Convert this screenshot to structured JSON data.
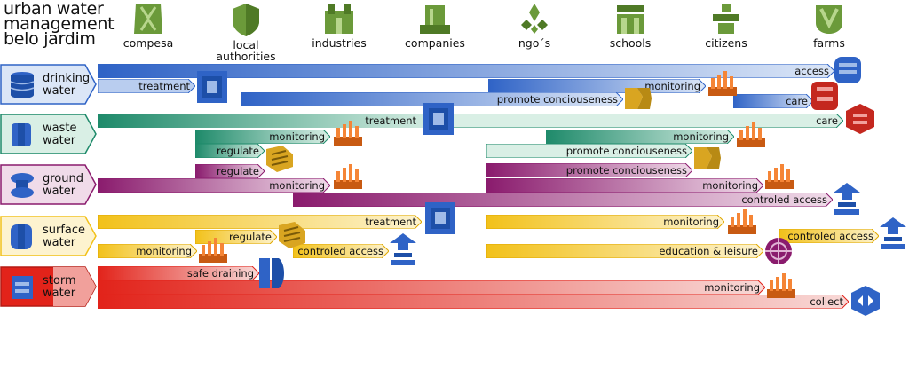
{
  "title": {
    "line1": "urban water",
    "line2": "management",
    "line3": "belo jardim"
  },
  "actors": [
    {
      "label": "compesa",
      "icon": "compesa-icon"
    },
    {
      "label": "local",
      "label2": "authorities",
      "icon": "local-authorities-icon"
    },
    {
      "label": "industries",
      "icon": "industries-icon"
    },
    {
      "label": "companies",
      "icon": "companies-icon"
    },
    {
      "label": "ngo´s",
      "icon": "ngo-icon"
    },
    {
      "label": "schools",
      "icon": "schools-icon"
    },
    {
      "label": "citizens",
      "icon": "citizens-icon"
    },
    {
      "label": "farms",
      "icon": "farms-icon"
    }
  ],
  "rows": {
    "drinking": {
      "l1": "drinking",
      "l2": "water",
      "color": "#2f63c6"
    },
    "waste": {
      "l1": "waste",
      "l2": "water",
      "color": "#1e8a6a"
    },
    "ground": {
      "l1": "ground",
      "l2": "water",
      "color": "#8a1b6d"
    },
    "surface": {
      "l1": "surface",
      "l2": "water",
      "color": "#f2c11a"
    },
    "storm": {
      "l1": "storm",
      "l2": "water",
      "color": "#e2231a"
    }
  },
  "flows": {
    "d_access": "access",
    "d_treatment": "treatment",
    "d_monitoring": "monitoring",
    "d_promote": "promote conciouseness",
    "d_care": "care",
    "w_treatment": "treatment",
    "w_care": "care",
    "w_monitoring1": "monitoring",
    "w_monitoring2": "monitoring",
    "w_regulate": "regulate",
    "w_promote": "promote conciouseness",
    "g_regulate": "regulate",
    "g_promote": "promote conciouseness",
    "g_monitoring1": "monitoring",
    "g_monitoring2": "monitoring",
    "g_controled": "controled access",
    "s_treatment": "treatment",
    "s_regulate": "regulate",
    "s_monitoring1": "monitoring",
    "s_monitoring2": "monitoring",
    "s_controled1": "controled access",
    "s_education": "education & leisure",
    "s_controled2": "controled access",
    "st_safe": "safe draining",
    "st_monitoring": "monitoring",
    "st_collect": "collect"
  }
}
